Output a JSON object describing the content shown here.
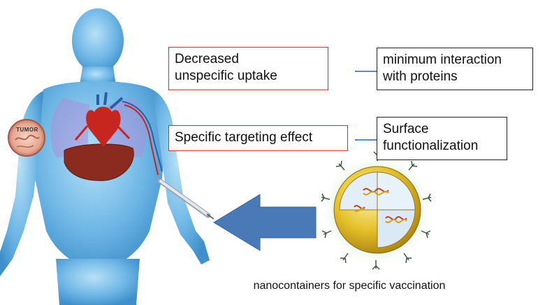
{
  "labels": {
    "decreased_uptake": "Decreased\nunspecific uptake",
    "minimum_interaction": "minimum interaction\nwith proteins",
    "specific_targeting": "Specific targeting effect",
    "surface_functionalization": "Surface\nfunctionalization",
    "caption": "nanocontainers for specific vaccination",
    "tumor": "TUMOR"
  },
  "colors": {
    "body_blue": "#6fb7e6",
    "red_border": "#e1252a",
    "arrow_blue": "#4a79b8",
    "shell_yellow": "#e5c12a",
    "halo_green": "#9bd08a"
  },
  "icons": [
    "human-body-icon",
    "heart-icon",
    "liver-icon",
    "lungs-icon",
    "tumor-icon",
    "syringe-icon",
    "nanocontainer-icon",
    "dna-icon"
  ]
}
